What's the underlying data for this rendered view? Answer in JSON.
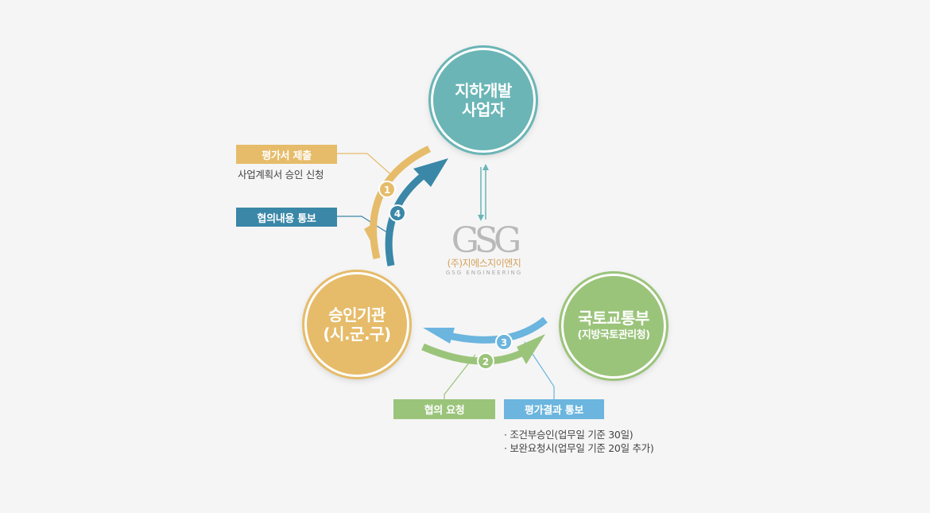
{
  "nodes": {
    "developer": {
      "line1": "지하개발",
      "line2": "사업자",
      "color": "#6bb5b6"
    },
    "authority": {
      "line1": "승인기관",
      "line2": "(시.군.구)",
      "color": "#e6bc6a"
    },
    "ministry": {
      "line1": "국토교통부",
      "line2": "(지방국토관리청)",
      "color": "#9bc47b"
    }
  },
  "labels": {
    "submit": "평가서 제출",
    "submit_sub": "사업계획서 승인 신청",
    "notify": "협의내용 통보",
    "request": "협의 요청",
    "result": "평가결과 통보",
    "result_notes": [
      "· 조건부승인(업무일 기준 30일)",
      "· 보완요청시(업무일 기준 20일 추가)"
    ]
  },
  "steps": [
    "1",
    "2",
    "3",
    "4"
  ],
  "logo": {
    "mark": "GSG",
    "name_ko": "(주)지에스지이엔지",
    "name_en": "GSG ENGINEERING"
  },
  "colors": {
    "yellow": "#e6bc6a",
    "blue_dark": "#3a87a8",
    "green": "#9bc47b",
    "blue_light": "#6bb5de",
    "teal": "#6bb5b6"
  }
}
